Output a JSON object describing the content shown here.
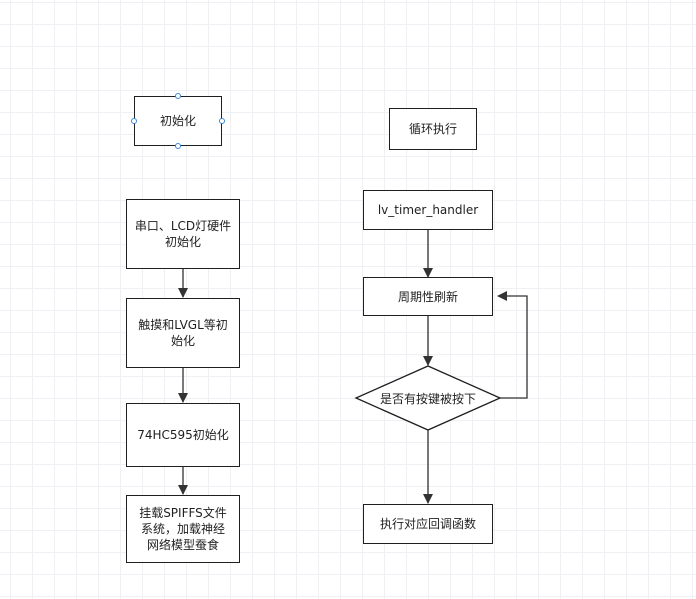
{
  "diagram": {
    "nodes": {
      "init": "初始化",
      "uart_lcd": "串口、LCD灯硬件\n初始化",
      "touch_lvgl": "触摸和LVGL等初\n始化",
      "hc595": "74HC595初始化",
      "spiffs": "挂载SPIFFS文件\n系统，加载神经\n网络模型蚕食",
      "loop": "循环执行",
      "timer": "lv_timer_handler",
      "refresh": "周期性刷新",
      "decision": "是否有按键被按下",
      "callback": "执行对应回调函数"
    }
  },
  "colors": {
    "line": "#333333",
    "border": "#1f1f1f",
    "selection_handle": "#3a86d8"
  }
}
